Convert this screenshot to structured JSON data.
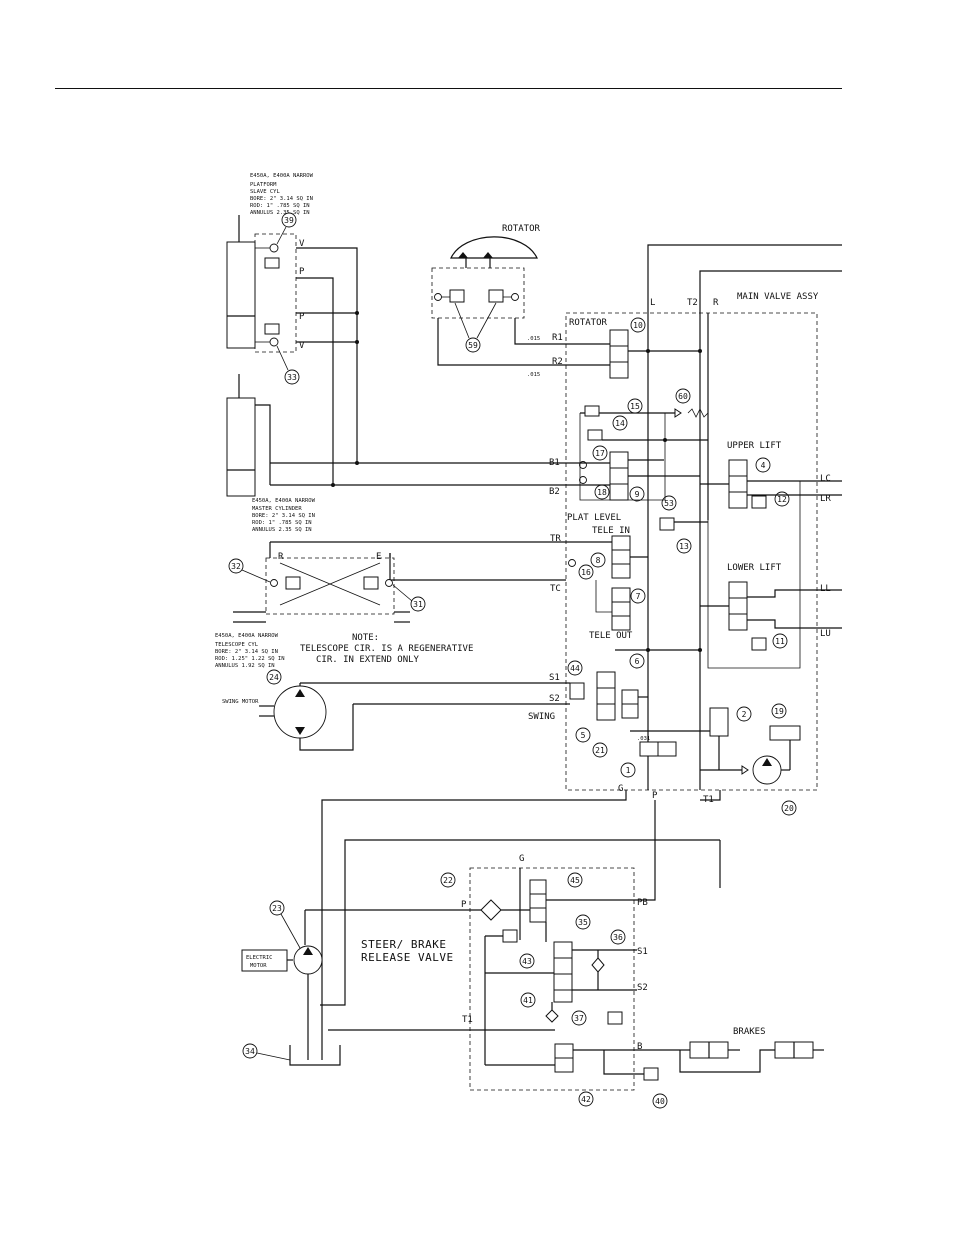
{
  "labels": {
    "rotator_title": "ROTATOR",
    "main_valve": "MAIN VALVE ASSY",
    "rotator": "ROTATOR",
    "upper_lift": "UPPER LIFT",
    "lower_lift": "LOWER LIFT",
    "plat_level": "PLAT LEVEL",
    "tele_in": "TELE IN",
    "tele_out": "TELE OUT",
    "swing": "SWING",
    "swing_motor": "SWING MOTOR",
    "electric_motor_1": "ELECTRIC",
    "electric_motor_2": "MOTOR",
    "steer_1": "STEER/ BRAKE",
    "steer_2": "RELEASE VALVE",
    "brakes": "BRAKES",
    "note_1": "NOTE:",
    "note_2": "TELESCOPE CIR. IS A REGENERATIVE",
    "note_3": "CIR. IN EXTEND ONLY"
  },
  "port_labels": {
    "L": "L",
    "T2": "T2",
    "R": "R",
    "R1": "R1",
    "R2": "R2",
    "B1": "B1",
    "B2": "B2",
    "TR": "TR",
    "TC": "TC",
    "S1": "S1",
    "S2": "S2",
    "G": "G",
    "P": "P",
    "T1": "T1",
    "LC": "LC",
    "LR": "LR",
    "LL": "LL",
    "LU": "LU",
    "V_top": "V",
    "P_top": "P",
    "P_bot": "P",
    "V_bot": "V",
    "R_tel": "R",
    "E_tel": "E",
    "G_sb": "G",
    "P_sb": "P",
    "PB": "PB",
    "S1_sb": "S1",
    "S2_sb": "S2",
    "T1_sb": "T1",
    "B_sb": "B"
  },
  "orifices": {
    "o1": ".015",
    "o2": ".015",
    "o3": ".031"
  },
  "specs": {
    "platform": [
      "E450A, E400A NARROW",
      "PLATFORM",
      "SLAVE CYL",
      "BORE: 2\"  3.14 SQ IN",
      "ROD: 1\"  .785 SQ IN",
      "ANNULUS  2.35 SQ IN"
    ],
    "master": [
      "E450A, E400A NARROW",
      "MASTER CYLINDER",
      "BORE: 2\"  3.14 SQ IN",
      "ROD: 1\"  .785 SQ IN",
      "ANNULUS  2.35 SQ IN"
    ],
    "telescope": [
      "E450A, E400A NARROW",
      "TELESCOPE CYL",
      "BORE: 2\"  3.14 SQ IN",
      "ROD: 1.25\"  1.22 SQ IN",
      "ANNULUS  1.92 SQ IN"
    ]
  },
  "callouts": {
    "c39": "39",
    "c33": "33",
    "c59": "59",
    "c10": "10",
    "c60": "60",
    "c15": "15",
    "c14": "14",
    "c17": "17",
    "c4": "4",
    "c18": "18",
    "c9": "9",
    "c53": "53",
    "c12": "12",
    "c13": "13",
    "c8": "8",
    "c16": "16",
    "c32": "32",
    "c31": "31",
    "c7": "7",
    "c11": "11",
    "c44": "44",
    "c6": "6",
    "c24": "24",
    "c5": "5",
    "c21": "21",
    "c2": "2",
    "c19": "19",
    "c1": "1",
    "c20": "20",
    "c22": "22",
    "c45": "45",
    "c23": "23",
    "c35": "35",
    "c36": "36",
    "c43": "43",
    "c41": "41",
    "c37": "37",
    "c34": "34",
    "c42": "42",
    "c40": "40"
  },
  "icons": [
    "check-valve-icon",
    "relief-valve-icon",
    "pump-icon",
    "motor-icon",
    "solenoid-valve-icon",
    "cylinder-icon",
    "filter-icon",
    "orifice-icon",
    "spring-icon"
  ]
}
